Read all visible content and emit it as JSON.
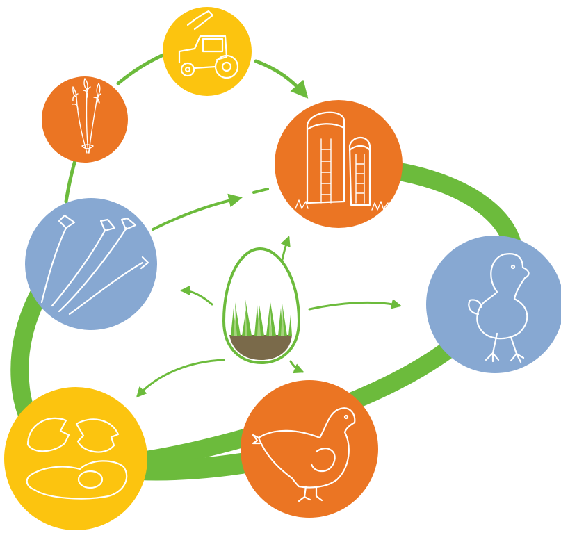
{
  "colors": {
    "orange": "#eb7523",
    "yellow": "#fcc40f",
    "blue": "#87a8d2",
    "green": "#6cbb3c",
    "white": "#ffffff",
    "soil": "#7a6a4a"
  },
  "nodes": [
    {
      "id": "wheat",
      "icon": "wheat-icon",
      "color": "orange"
    },
    {
      "id": "tractor",
      "icon": "tractor-icon",
      "color": "yellow"
    },
    {
      "id": "silos",
      "icon": "silo-icon",
      "color": "orange"
    },
    {
      "id": "chick",
      "icon": "chick-icon",
      "color": "blue"
    },
    {
      "id": "hen",
      "icon": "hen-icon",
      "color": "orange"
    },
    {
      "id": "eggs",
      "icon": "cracked-egg-icon",
      "color": "yellow"
    },
    {
      "id": "growth",
      "icon": "growth-arrows-icon",
      "color": "blue"
    }
  ],
  "center": {
    "icon": "egg-with-grass-icon"
  }
}
